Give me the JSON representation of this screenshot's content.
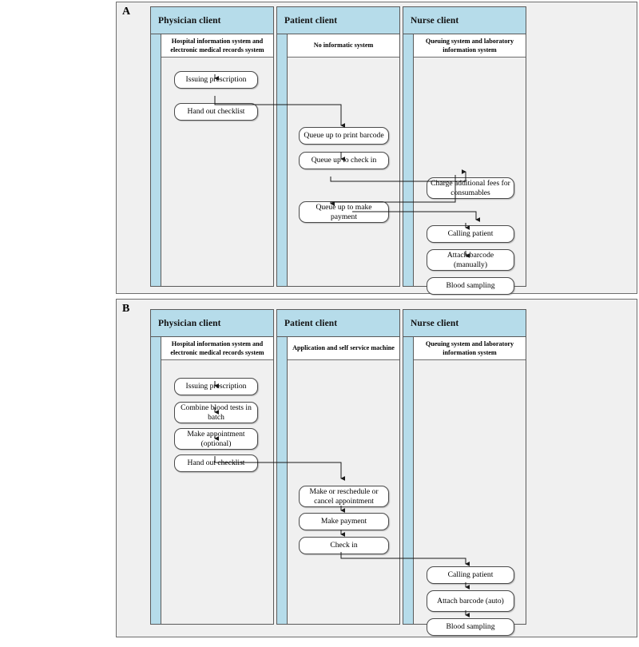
{
  "figure": {
    "background": "#ffffff",
    "panel_bg": "#f0f0f0",
    "lane_header_color": "#b6dcea",
    "node_fill": "#ffffff",
    "border_color": "#5a5a5a"
  },
  "panels": [
    {
      "label": "A",
      "lanes": [
        {
          "title": "Physician client",
          "subtitle": "Hospital information system and electronic medical records system",
          "nodes": [
            {
              "label": "Issuing prescription"
            },
            {
              "label": "Hand out checklist"
            }
          ]
        },
        {
          "title": "Patient client",
          "subtitle": "No informatic system",
          "nodes": [
            {
              "label": "Queue up to print barcode"
            },
            {
              "label": "Queue up to check in"
            },
            {
              "label": "Queue up to make payment"
            }
          ]
        },
        {
          "title": "Nurse client",
          "subtitle": "Queuing system and laboratory information system",
          "nodes": [
            {
              "label": "Charge additional fees for consumables"
            },
            {
              "label": "Calling patient"
            },
            {
              "label": "Attach barcode (manually)"
            },
            {
              "label": "Blood sampling"
            }
          ]
        }
      ]
    },
    {
      "label": "B",
      "lanes": [
        {
          "title": "Physician client",
          "subtitle": "Hospital information system and electronic medical records system",
          "nodes": [
            {
              "label": "Issuing prescription"
            },
            {
              "label": "Combine blood tests in batch"
            },
            {
              "label": "Make appointment (optional)"
            },
            {
              "label": "Hand out checklist"
            }
          ]
        },
        {
          "title": "Patient client",
          "subtitle": "Application and self service machine",
          "nodes": [
            {
              "label": "Make or reschedule or cancel appointment"
            },
            {
              "label": "Make payment"
            },
            {
              "label": "Check in"
            }
          ]
        },
        {
          "title": "Nurse client",
          "subtitle": "Queuing system and laboratory information system",
          "nodes": [
            {
              "label": "Calling patient"
            },
            {
              "label": "Attach barcode (auto)"
            },
            {
              "label": "Blood sampling"
            }
          ]
        }
      ]
    }
  ]
}
